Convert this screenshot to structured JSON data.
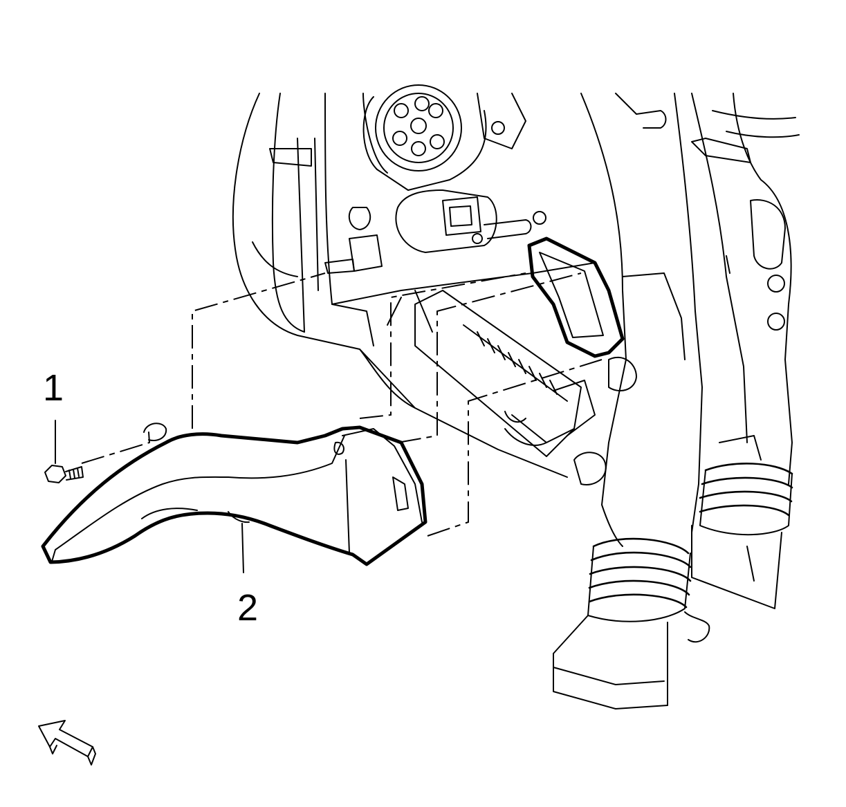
{
  "callouts": [
    {
      "id": "1",
      "label": "1"
    },
    {
      "id": "2",
      "label": "2"
    }
  ],
  "colors": {
    "line": "#000000",
    "background": "#ffffff"
  },
  "icons": {
    "orientation": "direction-arrow-icon"
  }
}
